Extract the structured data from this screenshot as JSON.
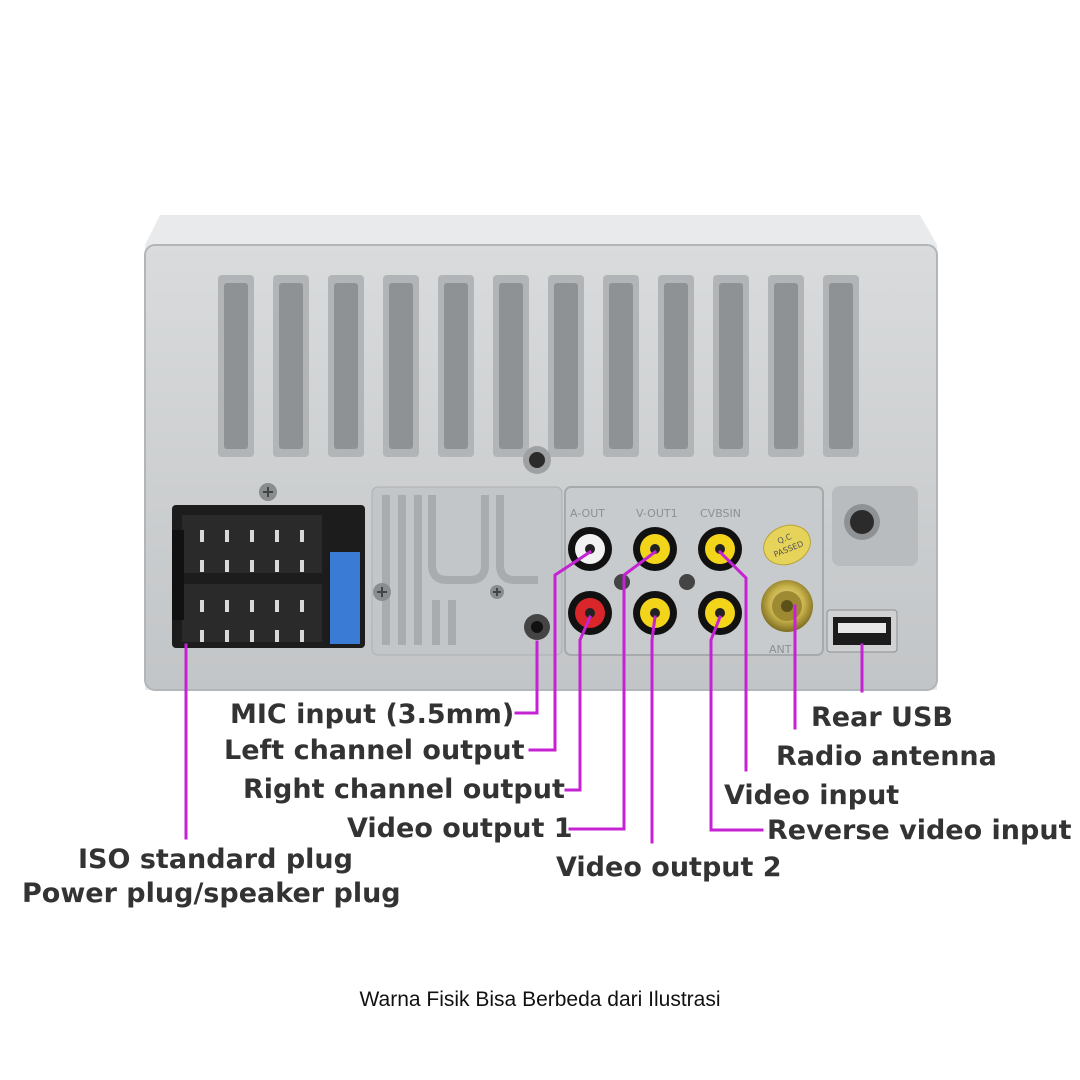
{
  "labels": {
    "mic_input": "MIC input (3.5mm)",
    "left_channel_output": "Left channel output",
    "right_channel_output": "Right channel output",
    "video_output_1": "Video output 1",
    "video_output_2": "Video output 2",
    "video_input": "Video input",
    "reverse_video_input": "Reverse video input",
    "rear_usb": "Rear USB",
    "radio_antenna": "Radio antenna",
    "iso_plug_line1": "ISO standard plug",
    "iso_plug_line2": "Power plug/speaker plug"
  },
  "panel_markings": {
    "a_out": "A-OUT",
    "v_out1": "V-OUT1",
    "cvbsin": "CVBSIN",
    "ant": "ANT",
    "qc_stamp_line1": "Q.C",
    "qc_stamp_line2": "PASSED"
  },
  "caption": "Warna Fisik Bisa Berbeda dari Ilustrasi",
  "colors": {
    "callout_line": "#c422d3",
    "label_text": "#333333",
    "housing": "#c9ccce",
    "rca_white": "#f2f2f2",
    "rca_red": "#d8262a",
    "rca_yellow": "#f2d41a",
    "iso_connector": "#1c1c1c",
    "iso_connector_latch": "#3a7bd5",
    "qc_stamp": "#e6d45a"
  }
}
